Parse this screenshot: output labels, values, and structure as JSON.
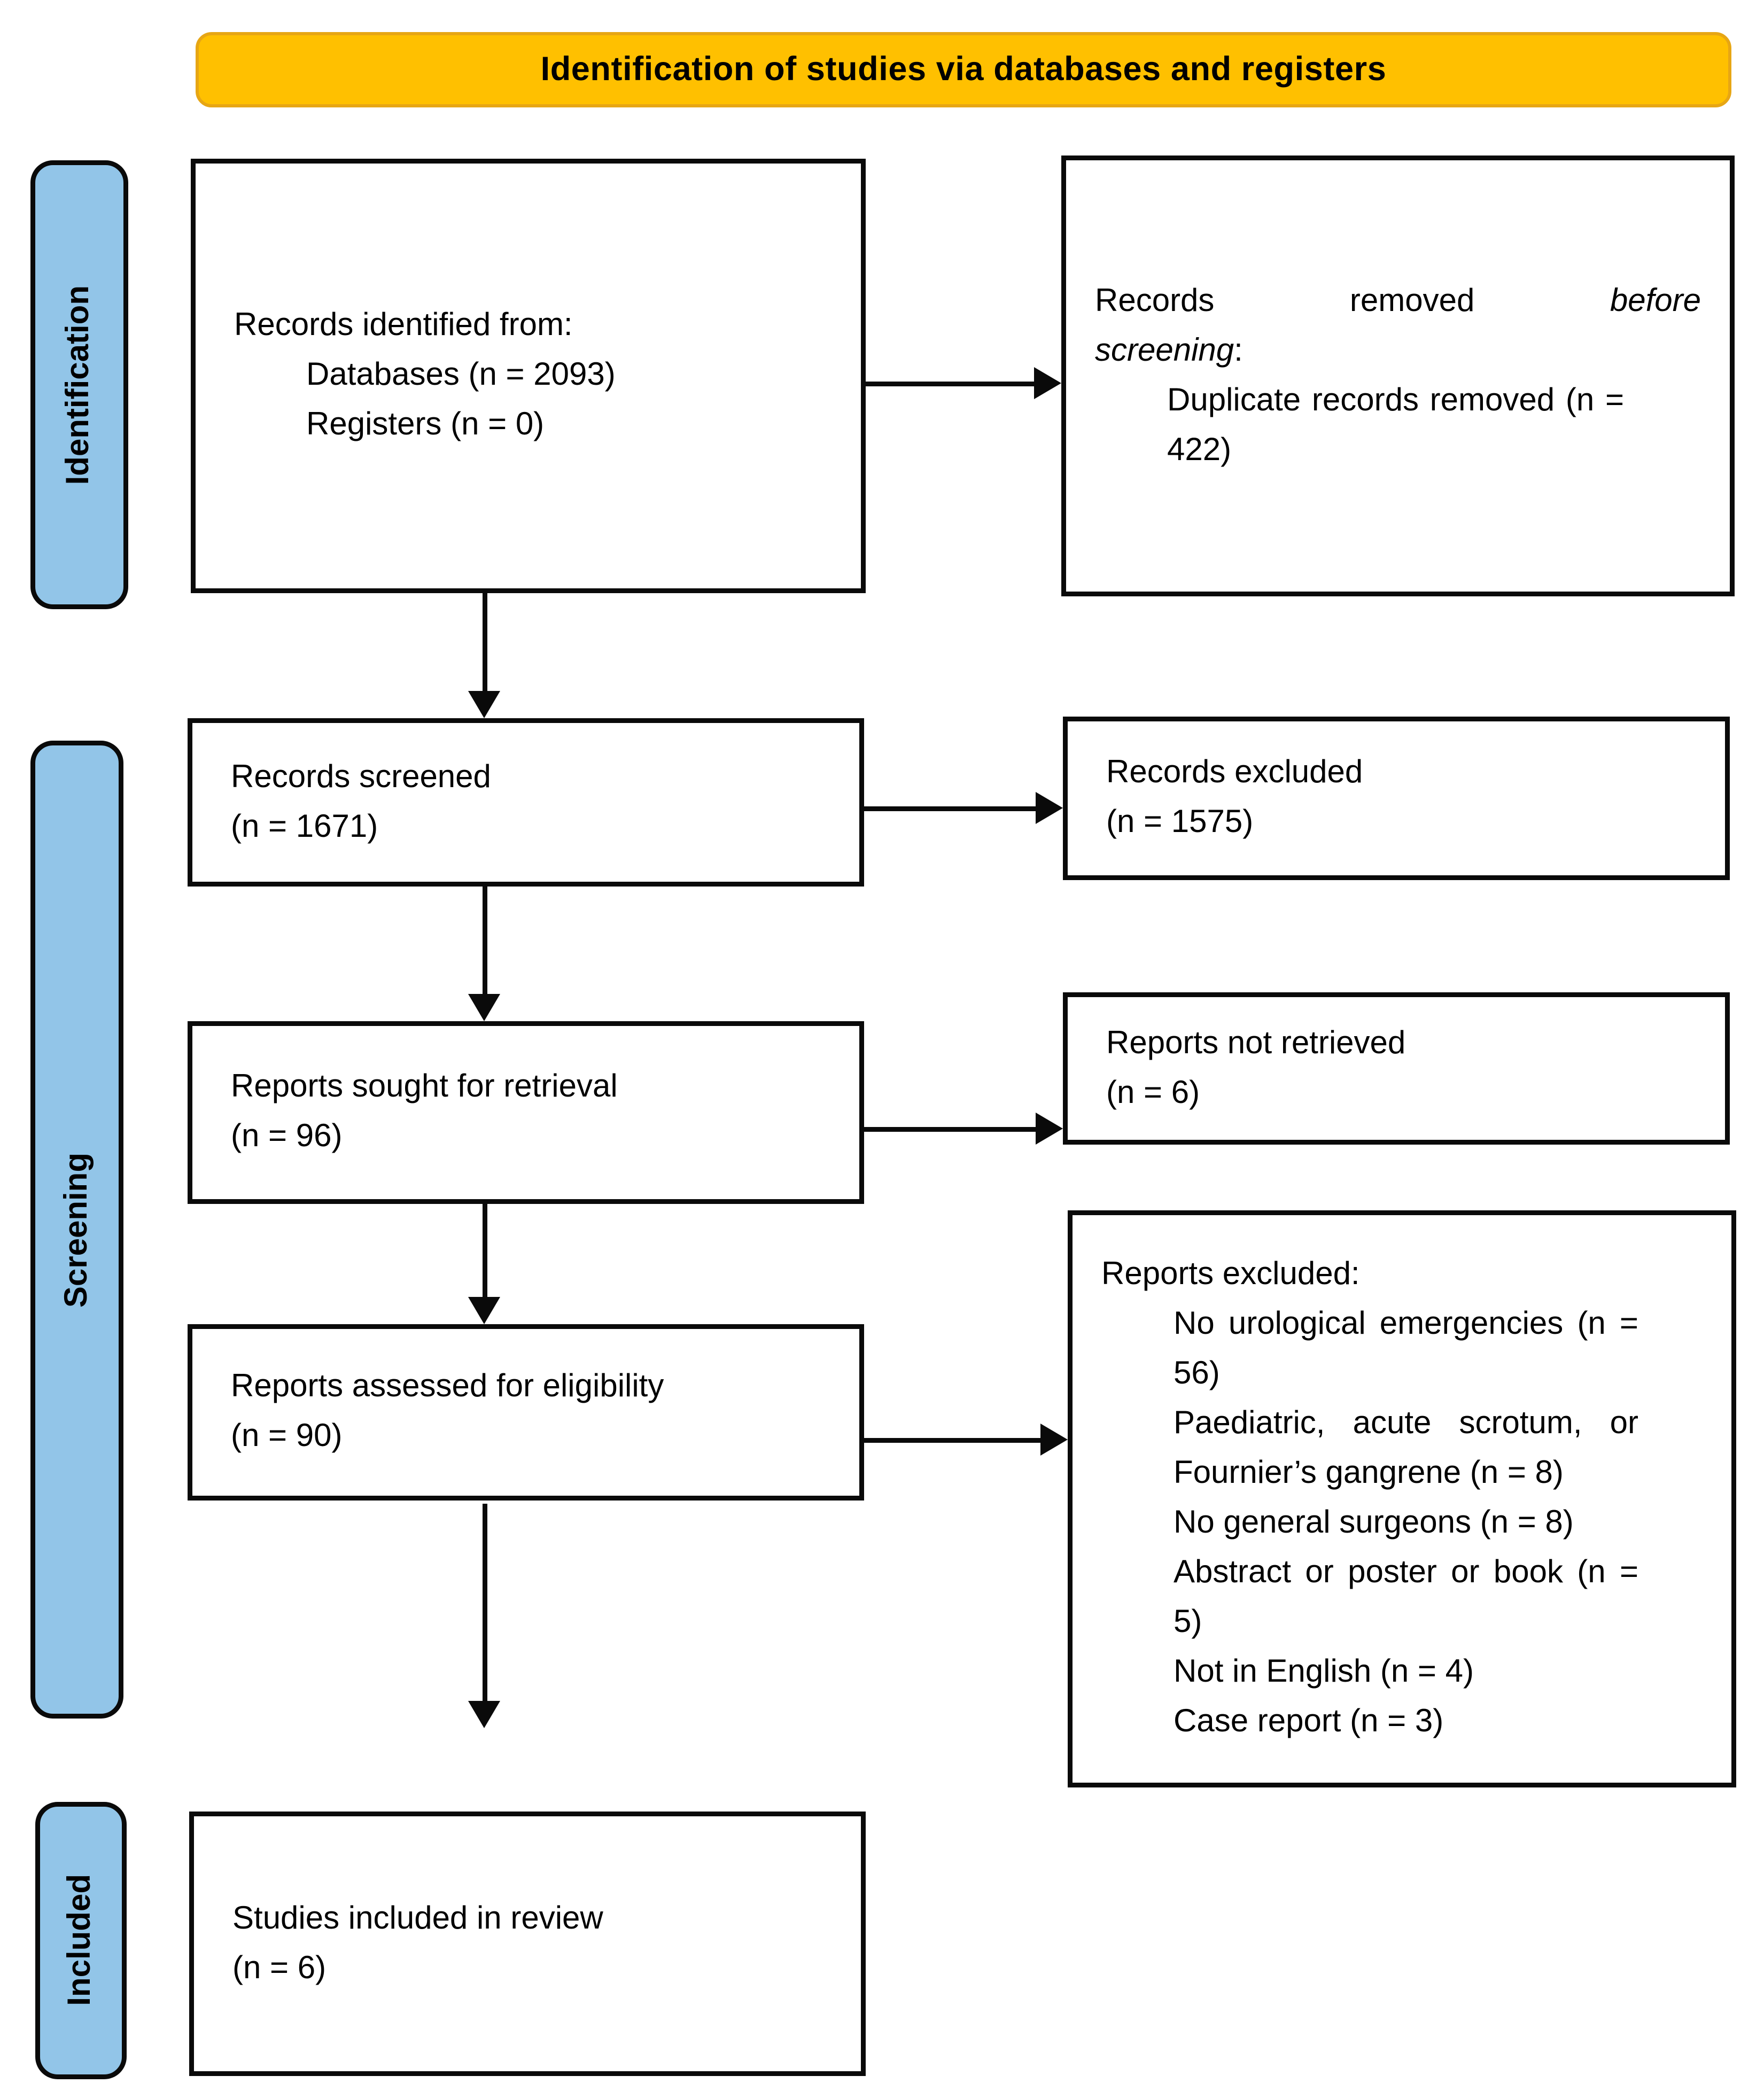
{
  "header": {
    "title": "Identification of studies via databases and registers"
  },
  "colors": {
    "banner_bg": "#FFC000",
    "banner_border": "#E7A614",
    "stage_bg": "#92C5E8",
    "line_color": "#0A0A0A",
    "box_border": "#0A0A0A",
    "text_color": "#000000",
    "page_bg": "#FFFFFF"
  },
  "stages": [
    {
      "label": "Identification"
    },
    {
      "label": "Screening"
    },
    {
      "label": "Included"
    }
  ],
  "boxes": {
    "records_identified": {
      "title": "Records identified from:",
      "items": [
        "Databases (n = 2093)",
        "Registers (n = 0)"
      ]
    },
    "records_removed": {
      "line1_text": "Records removed",
      "line1_italic": "before",
      "line2_italic": "screening",
      "line2_suffix": ":",
      "items": [
        "Duplicate records removed (n = 422)"
      ]
    },
    "records_screened": {
      "lines": [
        "Records screened",
        "(n = 1671)"
      ]
    },
    "records_excluded": {
      "lines": [
        "Records excluded",
        "(n = 1575)"
      ]
    },
    "reports_sought": {
      "lines": [
        "Reports sought for retrieval",
        "(n = 96)"
      ]
    },
    "reports_not_retrieved": {
      "lines": [
        "Reports not retrieved",
        "(n = 6)"
      ]
    },
    "reports_assessed": {
      "lines": [
        "Reports assessed for eligibility",
        "(n = 90)"
      ]
    },
    "reports_excluded": {
      "title": "Reports excluded:",
      "items": [
        "No urological emergencies (n = 56)",
        "Paediatric, acute scrotum, or Fournier’s gangrene (n = 8)",
        "No general surgeons (n = 8)",
        "Abstract or poster or book (n = 5)",
        "Not in English (n = 4)",
        "Case report (n = 3)"
      ]
    },
    "studies_included": {
      "lines": [
        "Studies included in review",
        "(n = 6)"
      ]
    }
  }
}
